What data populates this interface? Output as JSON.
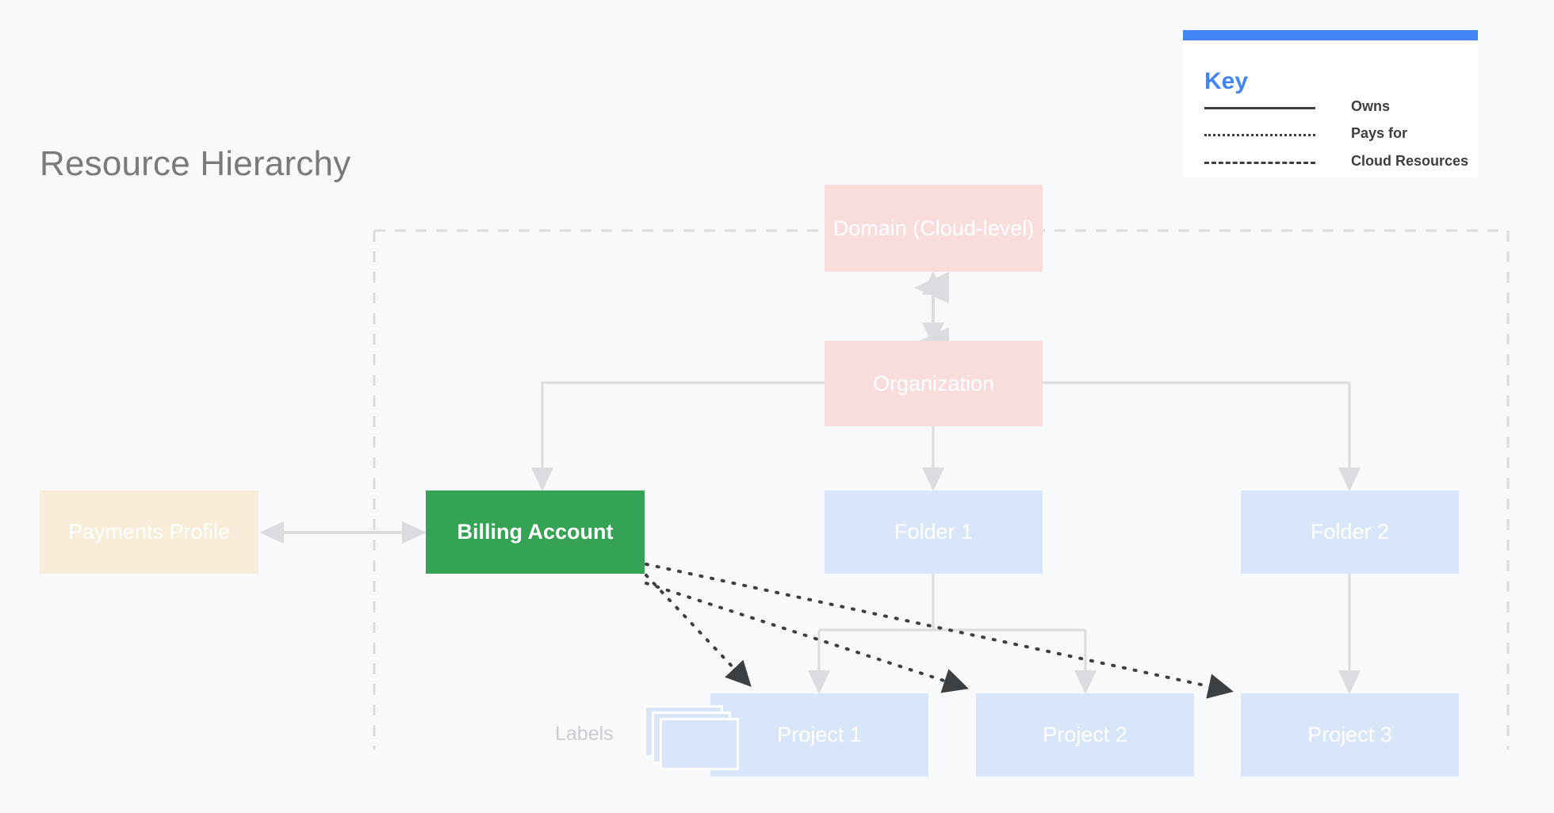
{
  "page": {
    "title": "Resource Hierarchy",
    "background_color": "#f7f9fa"
  },
  "key": {
    "title": "Key",
    "accent_color": "#4285f4",
    "rows": [
      {
        "style": "solid",
        "label": "Owns"
      },
      {
        "style": "dotted",
        "label": "Pays for"
      },
      {
        "style": "dashed",
        "label": "Cloud Resources"
      }
    ]
  },
  "nodes": {
    "domain": {
      "label": "Domain (Cloud-level)",
      "color": "#f9dcdc"
    },
    "organization": {
      "label": "Organization",
      "color": "#f9dcdc"
    },
    "payments_profile": {
      "label": "Payments Profile",
      "color": "#f7edd8"
    },
    "billing_account": {
      "label": "Billing Account",
      "color": "#34a353"
    },
    "folder_1": {
      "label": "Folder 1",
      "color": "#d9e5f9"
    },
    "folder_2": {
      "label": "Folder 2",
      "color": "#d9e5f9"
    },
    "project_1": {
      "label": "Project 1",
      "color": "#d9e5f9"
    },
    "project_2": {
      "label": "Project 2",
      "color": "#d9e5f9"
    },
    "project_3": {
      "label": "Project 3",
      "color": "#d9e5f9"
    }
  },
  "annotations": {
    "labels": "Labels"
  }
}
